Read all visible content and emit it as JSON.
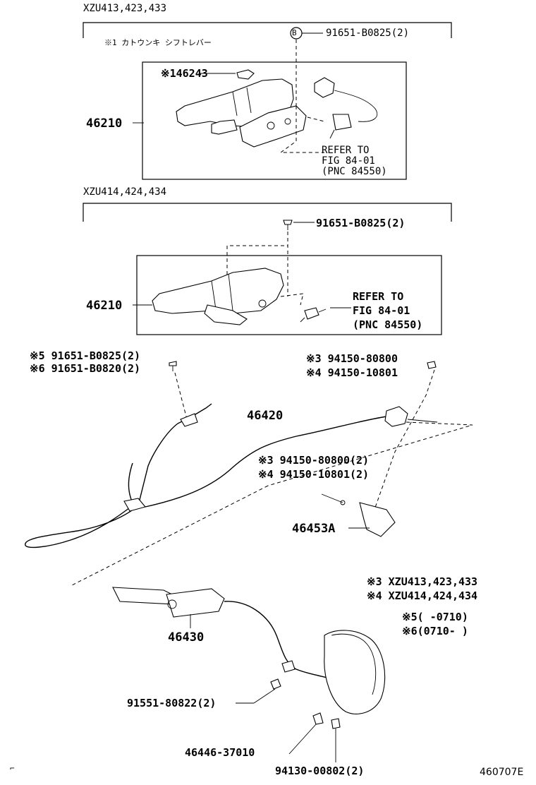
{
  "figure_id": "460707E",
  "corner_mark": "⌐",
  "section1": {
    "model": "XZU413,423,433",
    "note": "※1 カトウンキ シフトレバー",
    "callout_letter": "B",
    "bolt": "91651-B0825(2)",
    "knob": "※146243",
    "lever": "46210",
    "refer_line1": "REFER TO",
    "refer_line2": "FIG 84-01",
    "refer_line3": "(PNC 84550)"
  },
  "section2": {
    "model": "XZU414,424,434",
    "bolt": "91651-B0825(2)",
    "lever": "46210",
    "refer_line1": "REFER TO",
    "refer_line2": "FIG 84-01",
    "refer_line3": "(PNC 84550)"
  },
  "cable": {
    "bolt_a": "※5 91651-B0825(2)",
    "bolt_b": "※6 91651-B0820(2)",
    "nut_a": "※3 94150-80800",
    "nut_b": "※4 94150-10801",
    "cable_no": "46420",
    "nut2_a": "※3 94150-80800(2)",
    "nut2_b": "※4 94150-10801(2)",
    "bracket": "46453A"
  },
  "lower": {
    "cable_no": "46430",
    "bolt": "91551-80822(2)",
    "part_a": "46446-37010",
    "part_b": "94130-00802(2)"
  },
  "notes": {
    "n3": "※3 XZU413,423,433",
    "n4": "※4 XZU414,424,434",
    "n5": "※5(     -0710)",
    "n6": "※6(0710-     )"
  }
}
